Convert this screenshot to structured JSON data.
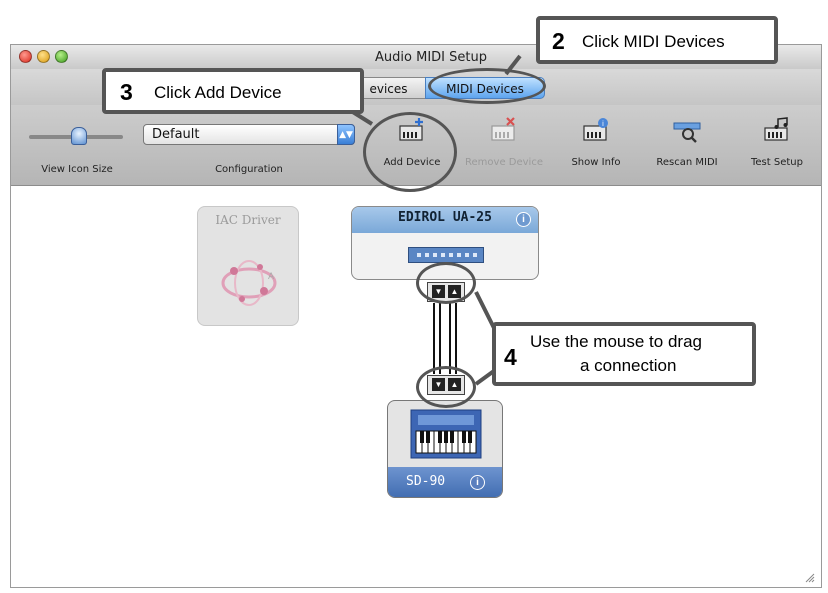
{
  "window": {
    "title": "Audio MIDI Setup"
  },
  "tabs": [
    {
      "label": "evices"
    },
    {
      "label": "MIDI Devices"
    }
  ],
  "toolbar": {
    "view_icon_size": "View Icon Size",
    "configuration_label": "Configuration",
    "configuration_value": "Default",
    "buttons": [
      {
        "label": "Add Device",
        "icon": "add-device-icon",
        "enabled": true
      },
      {
        "label": "Remove Device",
        "icon": "remove-device-icon",
        "enabled": false
      },
      {
        "label": "Show Info",
        "icon": "show-info-icon",
        "enabled": true
      },
      {
        "label": "Rescan MIDI",
        "icon": "rescan-midi-icon",
        "enabled": true
      },
      {
        "label": "Test Setup",
        "icon": "test-setup-icon",
        "enabled": true
      }
    ]
  },
  "devices": {
    "iac": {
      "name": "IAC Driver"
    },
    "edirol": {
      "name": "EDIROL UA-25"
    },
    "sd90": {
      "name": "SD-90"
    }
  },
  "callouts": {
    "step2": {
      "number": "2",
      "text": "Click MIDI Devices"
    },
    "step3": {
      "number": "3",
      "text": "Click Add Device"
    },
    "step4": {
      "number": "4",
      "line1": "Use the mouse to drag",
      "line2": "a connection"
    }
  },
  "colors": {
    "accent_blue": "#5ea4ee",
    "device_blue": "#3f6bb0",
    "callout_border": "#555555"
  }
}
